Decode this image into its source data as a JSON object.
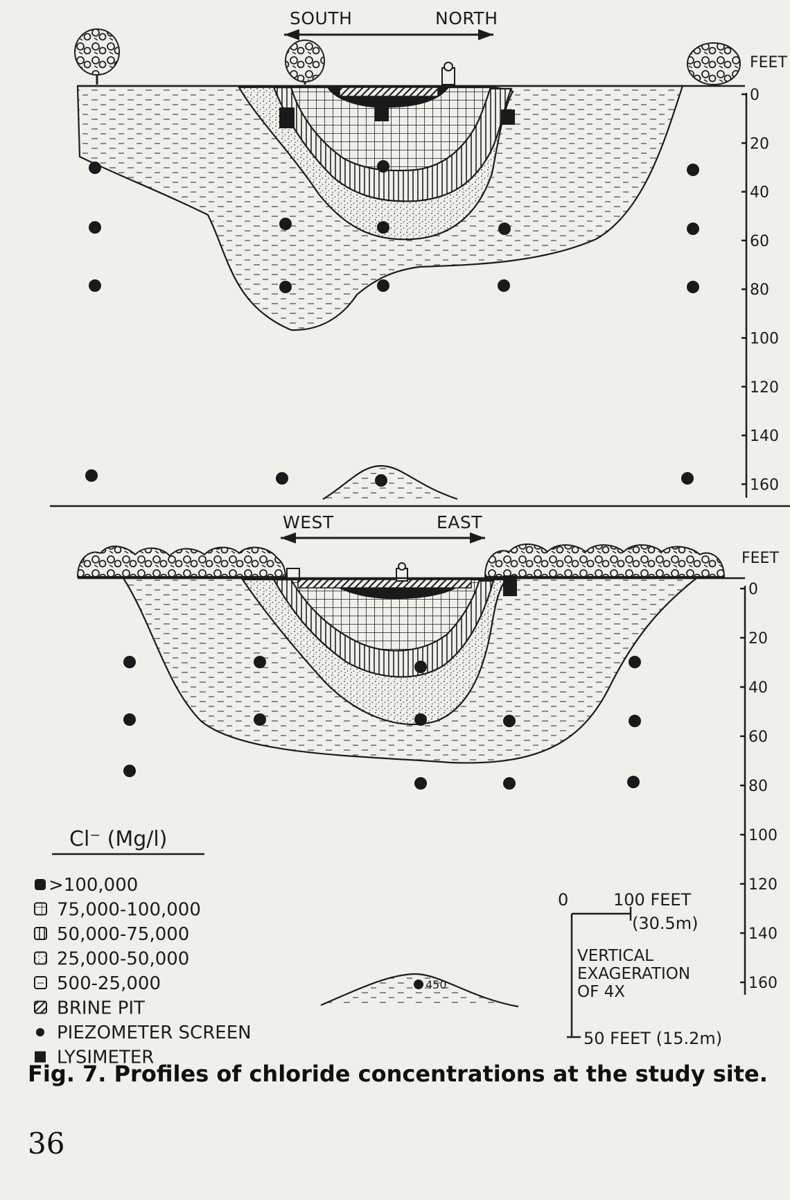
{
  "top_profile": {
    "dir_left": "SOUTH",
    "dir_right": "NORTH",
    "axis_unit": "FEET",
    "ticks": [
      "0",
      "20",
      "40",
      "60",
      "80",
      "100",
      "120",
      "140",
      "160"
    ]
  },
  "bottom_profile": {
    "dir_left": "WEST",
    "dir_right": "EAST",
    "axis_unit": "FEET",
    "ticks": [
      "0",
      "20",
      "40",
      "60",
      "80",
      "100",
      "120",
      "140",
      "160"
    ],
    "mound_label": "450"
  },
  "legend": {
    "title": "Cl⁻ (Mg/l)",
    "items": [
      {
        "label": ">100,000",
        "pattern": "solid"
      },
      {
        "label": "75,000-100,000",
        "pattern": "grid"
      },
      {
        "label": "50,000-75,000",
        "pattern": "vertical-lines"
      },
      {
        "label": "25,000-50,000",
        "pattern": "stipple"
      },
      {
        "label": "500-25,000",
        "pattern": "dashes"
      },
      {
        "label": "BRINE PIT",
        "pattern": "diagonal"
      },
      {
        "label": "PIEZOMETER SCREEN",
        "pattern": "dot"
      },
      {
        "label": "LYSIMETER",
        "pattern": "square"
      }
    ]
  },
  "scale": {
    "zero": "0",
    "horizontal": "100 FEET",
    "horizontal_metric": "(30.5m)",
    "exaggeration": [
      "VERTICAL",
      "EXAGERATION",
      "OF 4X"
    ],
    "vertical": "50 FEET (15.2m)"
  },
  "caption": "Fig. 7. Profiles of chloride concentrations at the study site.",
  "page_number": "36"
}
